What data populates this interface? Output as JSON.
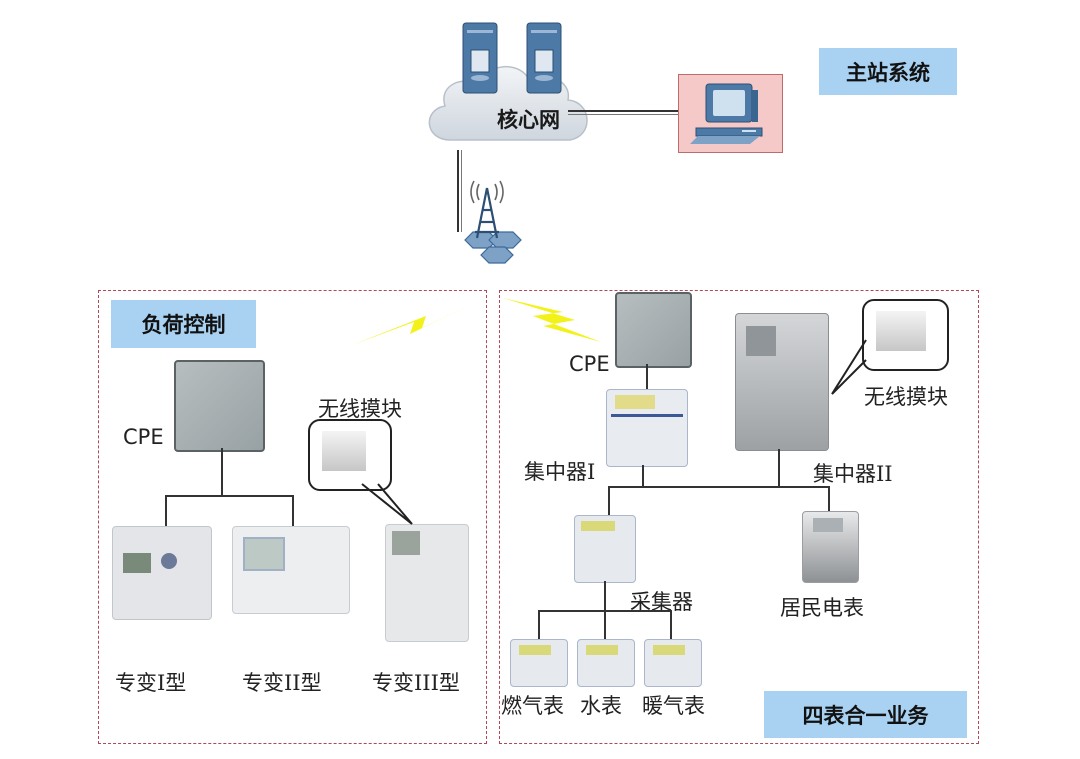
{
  "title": "用电信息采集系统无线专网架构",
  "master": {
    "tag": "主站系统",
    "cloud_label": "核心网"
  },
  "load_control": {
    "tag": "负荷控制",
    "cpe_label": "CPE",
    "module_label": "无线摸块",
    "terminals": [
      {
        "label": "专变I型"
      },
      {
        "label": "专变II型"
      },
      {
        "label": "专变III型"
      }
    ]
  },
  "four_meter": {
    "tag": "四表合一业务",
    "cpe_label": "CPE",
    "module_label": "无线摸块",
    "concentrator1_label": "集中器I",
    "concentrator2_label": "集中器II",
    "collector_label": "采集器",
    "resident_meter_label": "居民电表",
    "meters": [
      {
        "label": "燃气表"
      },
      {
        "label": "水表"
      },
      {
        "label": "暖气表"
      }
    ]
  },
  "colors": {
    "tag_bg": "#a9d1f2",
    "zone_border": "#b0485a",
    "bolt": "#f2f21a",
    "icon_blue": "#3d6a9a"
  }
}
